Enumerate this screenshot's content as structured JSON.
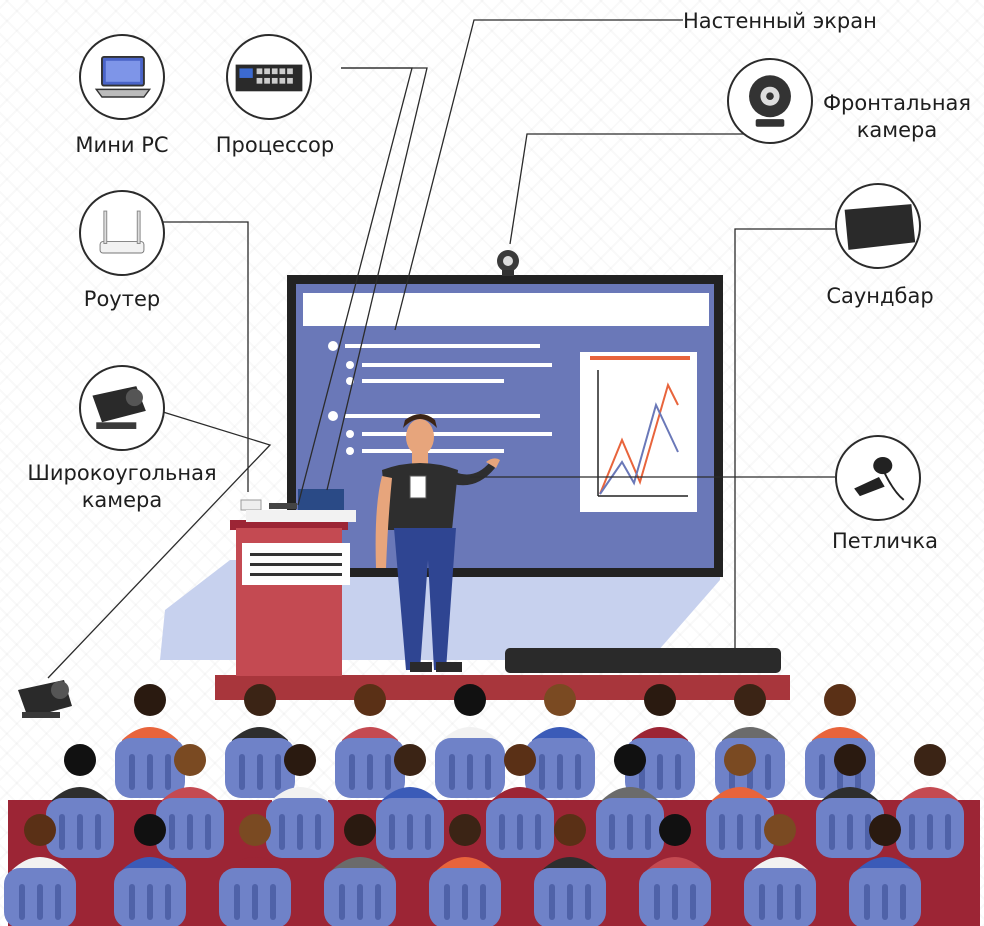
{
  "labels": {
    "mini_pc": "Мини PC",
    "processor": "Процессор",
    "wall_screen": "Настенный экран",
    "front_camera": "Фронтальная камера",
    "router": "Роутер",
    "soundbar": "Саундбар",
    "wide_camera": "Широкоугольная камера",
    "lavalier": "Петличка"
  },
  "colors": {
    "screen_blue": "#6a78b8",
    "podium_red": "#c44a52",
    "chair_blue": "#6f82c8",
    "floor_red": "#9c2535",
    "chart_orange": "#e8643c",
    "chart_blue": "#6a78b8"
  },
  "icons": [
    "laptop-icon",
    "processor-icon",
    "webcam-icon",
    "router-icon",
    "wide-camera-icon",
    "soundbar-icon",
    "lavalier-microphone-icon"
  ]
}
